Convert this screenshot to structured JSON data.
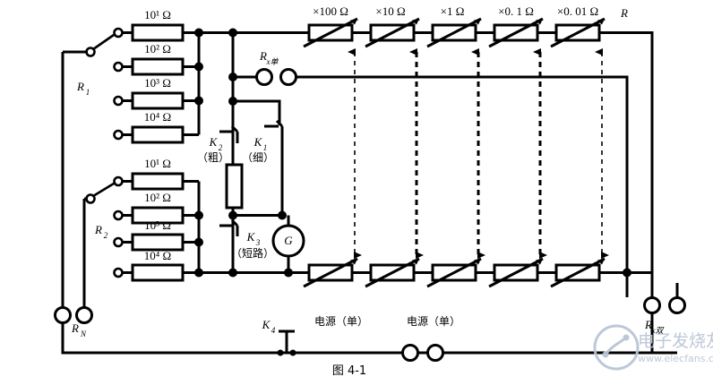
{
  "figure": {
    "caption": "图 4-1",
    "watermark_brand": "电子发烧友",
    "watermark_url": "www.elecfans.com",
    "stroke_color": "#000000",
    "background_color": "#ffffff",
    "watermark_color": "#b9c6d6"
  },
  "dial_groups": [
    {
      "name": "R1",
      "label": "R",
      "label_sub": "1",
      "resistor_labels": [
        "10¹ Ω",
        "10² Ω",
        "10³ Ω",
        "10⁴ Ω"
      ],
      "resistor_values": [
        10,
        100,
        1000,
        10000
      ],
      "unit": "Ω"
    },
    {
      "name": "R2",
      "label": "R",
      "label_sub": "2",
      "resistor_labels": [
        "10¹ Ω",
        "10² Ω",
        "10³ Ω",
        "10⁴ Ω"
      ],
      "resistor_values": [
        10,
        100,
        1000,
        10000
      ],
      "unit": "Ω"
    }
  ],
  "decade_bank": {
    "label": "R",
    "multiplier_labels": [
      "×100 Ω",
      "×10 Ω",
      "×1 Ω",
      "×0. 1 Ω",
      "×0. 01 Ω"
    ],
    "multipliers": [
      100,
      10,
      1,
      0.1,
      0.01
    ],
    "unit": "Ω",
    "ganged_link_count": 5
  },
  "switches": [
    {
      "id": "K1",
      "label": "K",
      "sub": "1",
      "note": "（细）",
      "note_plain": "细"
    },
    {
      "id": "K2",
      "label": "K",
      "sub": "2",
      "note": "（粗）",
      "note_plain": "粗"
    },
    {
      "id": "K3",
      "label": "K",
      "sub": "3",
      "note": "（短路）",
      "note_plain": "短路"
    },
    {
      "id": "K4",
      "label": "K",
      "sub": "4",
      "note": "",
      "note_plain": ""
    }
  ],
  "meter": {
    "label": "G",
    "name": "galvanometer"
  },
  "terminals": [
    {
      "id": "Rx_single",
      "label": "R",
      "sub": "x单",
      "position": "center-top"
    },
    {
      "id": "RN",
      "label": "R",
      "sub": "N",
      "position": "bottom-left"
    },
    {
      "id": "Rx_double",
      "label": "R",
      "sub": "x双",
      "position": "bottom-right"
    }
  ],
  "power_labels": [
    {
      "text": "电源（单）",
      "position": "left"
    },
    {
      "text": "电源（单）",
      "position": "right"
    }
  ]
}
